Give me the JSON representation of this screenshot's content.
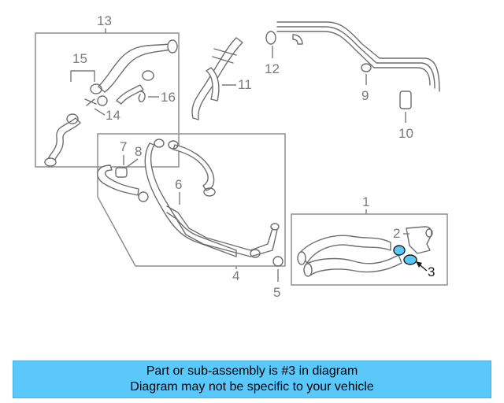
{
  "callouts": {
    "c1": "1",
    "c2": "2",
    "c3": "3",
    "c4": "4",
    "c5": "5",
    "c6": "6",
    "c7": "7",
    "c8": "8",
    "c9": "9",
    "c10": "10",
    "c11": "11",
    "c12": "12",
    "c13": "13",
    "c14": "14",
    "c15": "15",
    "c16": "16"
  },
  "highlight": {
    "part": "3",
    "color": "#5ac8fa"
  },
  "banner": {
    "line1": "Part or sub-assembly is #3 in diagram",
    "line2": "Diagram may not be specific to your vehicle",
    "background": "#5ac8fa"
  }
}
